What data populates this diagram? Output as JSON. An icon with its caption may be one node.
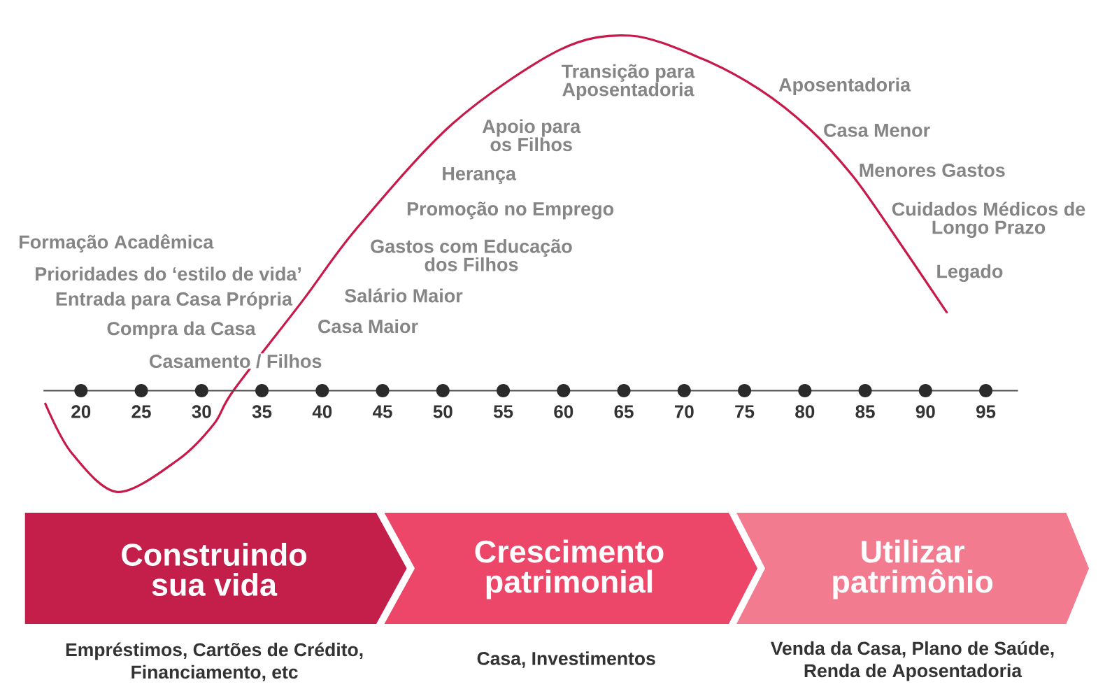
{
  "diagram": {
    "nodes": [
      {
        "text": [
          "Construindo sua vida"
        ],
        "beside": [
          "Empréstimos, Cartões de Crédito, Financiamento, etc"
        ]
      },
      {
        "text": [
          "Crescimento patrimonial"
        ],
        "beside": [
          "Casa, Investimentos"
        ]
      },
      {
        "text": [
          "Utilizar patrimônio"
        ],
        "beside": [
          "Venda da Casa, Plano de Saúde, Renda de Aposentadoria"
        ]
      }
    ],
    "labels": [
      "Formação Acadêmica",
      "Prioridades do ‘estilo de vida’",
      "Entrada para Casa Própria",
      "Compra da Casa",
      "Casamento / Filhos",
      "Transição para Aposentadoria",
      "Apoio para os Filhos",
      "Herança",
      "Promoção no Emprego",
      "Gastos com Educação dos Filhos",
      "Salário Maior",
      "Casa Maior",
      "Aposentadoria",
      "Casa Menor",
      "Menores Gastos",
      "Cuidados Médicos de Longo Prazo",
      "Legado",
      "20",
      "25",
      "30",
      "35",
      "40",
      "45",
      "50",
      "55",
      "60",
      "65",
      "70",
      "75",
      "80",
      "85",
      "90",
      "95"
    ]
  }
}
